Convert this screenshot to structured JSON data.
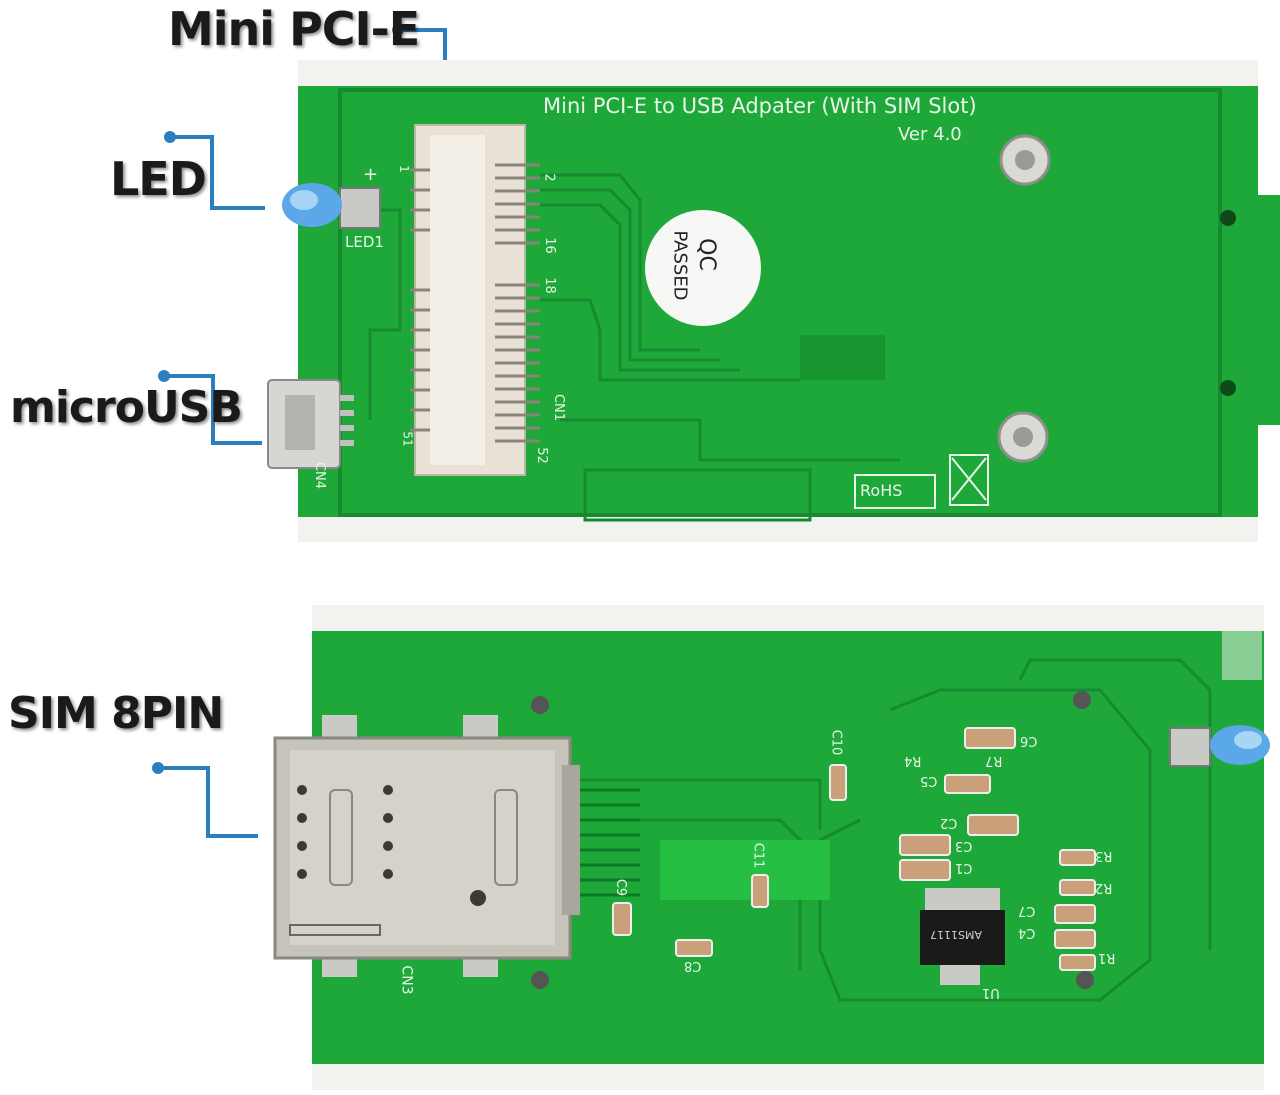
{
  "callouts": {
    "mini_pcie": "Mini PCI-E",
    "led": "LED",
    "microusb": "microUSB",
    "sim": "SIM 8PIN"
  },
  "board_top": {
    "title": "Mini PCI-E to USB Adpater (With SIM Slot)",
    "version": "Ver 4.0",
    "qc_line1": "QC",
    "qc_line2": "PASSED",
    "led_label": "LED1",
    "plus": "+",
    "cn4": "CN4",
    "cn1": "CN1",
    "pin_1": "1",
    "pin_2": "2",
    "pin_16": "16",
    "pin_18": "18",
    "pin_51": "51",
    "pin_52": "52",
    "rohs": "RoHS"
  },
  "board_bottom": {
    "cn3": "CN3",
    "c10": "C10",
    "c11": "C11",
    "c9": "C9",
    "c8": "C8",
    "c6": "C6",
    "r4": "R4",
    "r7": "R7",
    "c5": "C5",
    "c2": "C2",
    "c3": "C3",
    "c1": "C1",
    "r3": "R3",
    "r2": "R2",
    "c7": "C7",
    "c4": "C4",
    "r1": "R1",
    "u1": "U1",
    "chip_mark": "AMS1117"
  },
  "colors": {
    "pcb_green": "#1fa83a",
    "accent_blue": "#2a7fc1"
  }
}
